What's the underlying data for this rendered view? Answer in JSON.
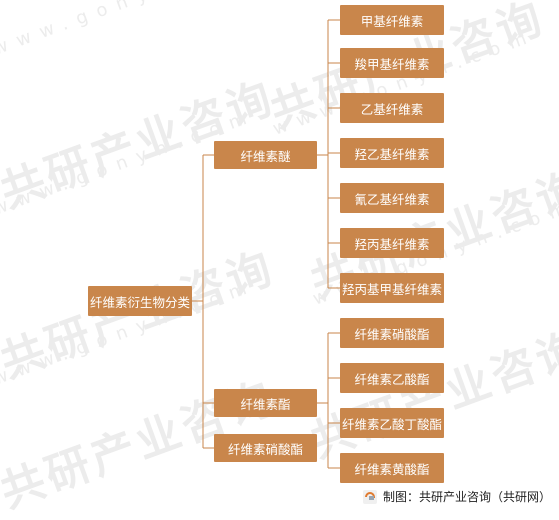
{
  "root": {
    "label": "纤维素衍生物分类"
  },
  "categories": [
    {
      "label": "纤维素醚",
      "children": [
        "甲基纤维素",
        "羧甲基纤维素",
        "乙基纤维素",
        "羟乙基纤维素",
        "氰乙基纤维素",
        "羟丙基纤维素",
        "羟丙基甲基纤维素"
      ]
    },
    {
      "label": "纤维素酯",
      "children": [
        "纤维素硝酸酯",
        "纤维素乙酸酯",
        "纤维素乙酸丁酸酯",
        "纤维素黄酸酯"
      ]
    },
    {
      "label": "纤维素硝酸酯",
      "children": []
    }
  ],
  "footer": {
    "credit": "制图：共研产业咨询（共研网）"
  },
  "watermark": {
    "brand": "共研产业咨询",
    "domain": "www.gonyn.com"
  },
  "colors": {
    "node_fill": "#c9864b",
    "line": "#c9864b",
    "text": "#ffffff"
  }
}
